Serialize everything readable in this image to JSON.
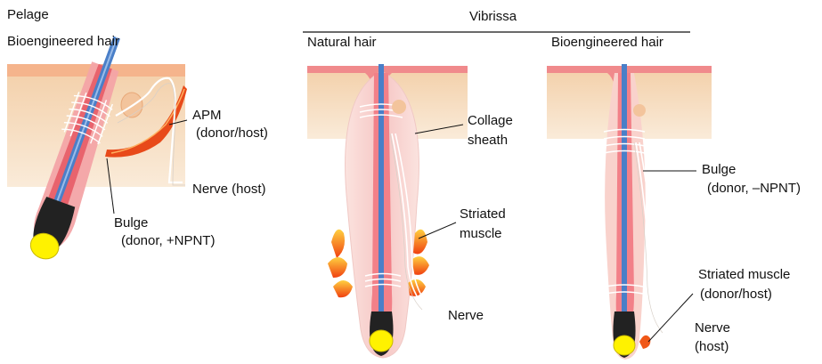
{
  "panels": {
    "pelage": {
      "title": "Pelage",
      "subtitle": "Bioengineered hair",
      "labels": {
        "apm": "APM",
        "apm_detail": "(donor/host)",
        "nerve": "Nerve (host)",
        "bulge": "Bulge",
        "bulge_detail": "(donor, +NPNT)"
      }
    },
    "vibrissa": {
      "title": "Vibrissa",
      "natural": {
        "subtitle": "Natural hair",
        "labels": {
          "collage": "Collage",
          "sheath": "sheath",
          "striated": "Striated",
          "muscle": "muscle",
          "nerve": "Nerve"
        }
      },
      "bioengineered": {
        "subtitle": "Bioengineered hair",
        "labels": {
          "bulge": "Bulge",
          "bulge_detail": "(donor, –NPNT)",
          "striated_muscle": "Striated muscle",
          "striated_muscle_detail": "(donor/host)",
          "nerve": "Nerve",
          "nerve_detail": "(host)"
        }
      }
    }
  },
  "colors": {
    "skin": "#f7dcc0",
    "epidermis": "#f08a8c",
    "sheath": "#f2b0b4",
    "shaft": "#4a7fc8",
    "bulb": "#222222",
    "papilla": "#fff200",
    "muscle_orange": "#f07020",
    "nerve": "#ffffff"
  }
}
